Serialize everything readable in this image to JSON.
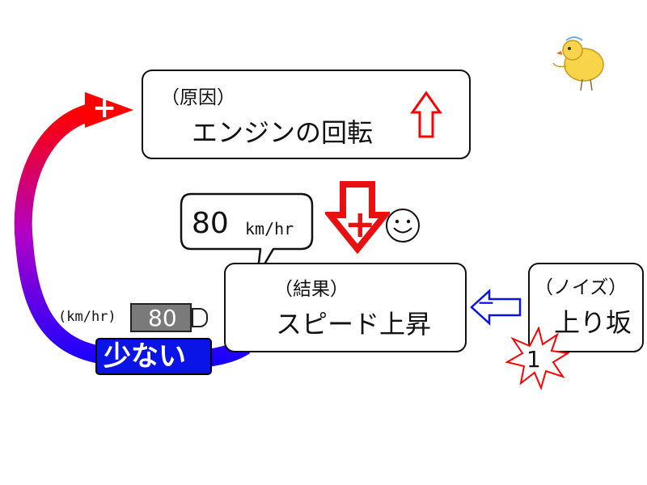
{
  "cause_box": {
    "tag": "（原因）",
    "title": "エンジンの回転"
  },
  "result_box": {
    "tag": "（結果）",
    "title": "スピード上昇"
  },
  "noise_box": {
    "tag": "（ノイズ）",
    "title": "上り坂"
  },
  "speech_bubble": {
    "value": "80",
    "unit": "km/hr"
  },
  "feedback_loop": {
    "sign": "+"
  },
  "down_arrow": {
    "sign": "+"
  },
  "noise_arrow": {
    "sign": "－"
  },
  "low_badge": {
    "label": "少ない"
  },
  "meter": {
    "unit": "(km/hr)",
    "value": "80"
  },
  "burst": {
    "number": "1"
  },
  "colors": {
    "loop_start": "#ff0000",
    "loop_mid": "#b000c8",
    "loop_end": "#1a00ff",
    "badge": "#0a14e6",
    "noise_arrow": "#0a14e6",
    "up_arrow": "#ff0000",
    "down_arrow": "#e81010"
  },
  "icons": [
    "up-arrow-icon",
    "down-plus-arrow-icon",
    "smiley-icon",
    "left-minus-arrow-icon",
    "burst-star-icon",
    "chick-illustration-icon"
  ]
}
